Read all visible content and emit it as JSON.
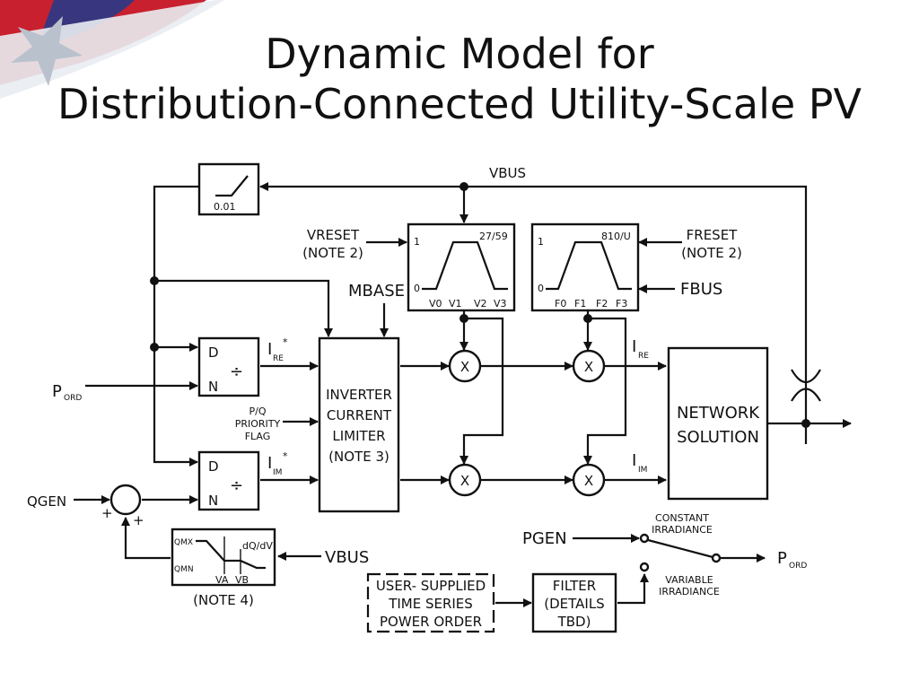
{
  "slide": {
    "title_line1": "Dynamic Model for",
    "title_line2": "Distribution-Connected Utility-Scale PV",
    "logo_icon": "flag-star-logo-icon",
    "logo_colors": {
      "red": "#c8202f",
      "blue": "#1f3b8c",
      "white": "#e9edf2"
    }
  },
  "diagram": {
    "vbus_top": "VBUS",
    "limiter_gain": "0.01",
    "vreset": "VRESET",
    "vreset_note": "(NOTE 2)",
    "freset": "FRESET",
    "freset_note": "(NOTE 2)",
    "fbus": "FBUS",
    "mbase": "MBASE",
    "voltage_block": {
      "code": "27/59",
      "one": "1",
      "zero": "0",
      "ticks": [
        "V0",
        "V1",
        "V2",
        "V3"
      ]
    },
    "freq_block": {
      "code": "810/U",
      "one": "1",
      "zero": "0",
      "ticks": [
        "F0",
        "F1",
        "F2",
        "F3"
      ]
    },
    "divider": {
      "d": "D",
      "n": "N",
      "op": "÷"
    },
    "ire": {
      "main": "I",
      "sub": "RE",
      "sup": "*"
    },
    "iim": {
      "main": "I",
      "sub": "IM",
      "sup": "*"
    },
    "ire_out": {
      "main": "I",
      "sub": "RE"
    },
    "iim_out": {
      "main": "I",
      "sub": "IM"
    },
    "pord_in": {
      "main": "P",
      "sub": "ORD"
    },
    "pord_out": {
      "main": "P",
      "sub": "ORD"
    },
    "pq_flag": [
      "P/Q",
      "PRIORITY",
      "FLAG"
    ],
    "limiter": [
      "INVERTER",
      "CURRENT",
      "LIMITER",
      "(NOTE 3)"
    ],
    "network": [
      "NETWORK",
      "SOLUTION"
    ],
    "multiply": "X",
    "qgen": "QGEN",
    "plus": "+",
    "qv_block": {
      "qmx": "QMX",
      "qmn": "QMN",
      "slope": "dQ/dV",
      "va": "VA",
      "vb": "VB",
      "note": "(NOTE 4)"
    },
    "vbus_bottom": "VBUS",
    "pgen": "PGEN",
    "constant": [
      "CONSTANT",
      "IRRADIANCE"
    ],
    "variable": [
      "VARIABLE",
      "IRRADIANCE"
    ],
    "user_supplied": [
      "USER- SUPPLIED",
      "TIME SERIES",
      "POWER ORDER"
    ],
    "filter": [
      "FILTER",
      "(DETAILS",
      "TBD)"
    ]
  }
}
